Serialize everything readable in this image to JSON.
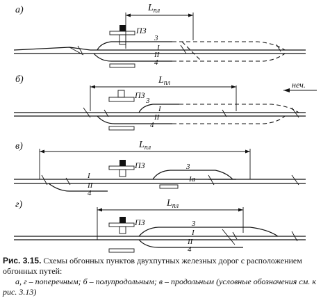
{
  "schemes": [
    {
      "letter": "а)",
      "span_label": "L",
      "span_sub": "пл",
      "station": "ПЗ",
      "tracks": [
        "3",
        "I",
        "II",
        "4"
      ]
    },
    {
      "letter": "б)",
      "span_label": "L",
      "span_sub": "пл",
      "station": "ПЗ",
      "tracks": [
        "3",
        "I",
        "II",
        "4"
      ],
      "direction": "неч."
    },
    {
      "letter": "в)",
      "span_label": "L",
      "span_sub": "пл",
      "station": "ПЗ",
      "tracks": [
        "3",
        "I",
        "Ia",
        "II",
        "4"
      ]
    },
    {
      "letter": "г)",
      "span_label": "L",
      "span_sub": "пл",
      "station": "ПЗ",
      "tracks": [
        "3",
        "I",
        "II",
        "4"
      ]
    }
  ],
  "caption": {
    "number": "Рис. 3.15.",
    "text": "Схемы обгонных пунктов двухпутных железных дорог с расположением обгонных путей:",
    "legend": "а, г – поперечным; б – полупродольным; в – продольным (условные обозначения см. к рис. 3.13)"
  }
}
